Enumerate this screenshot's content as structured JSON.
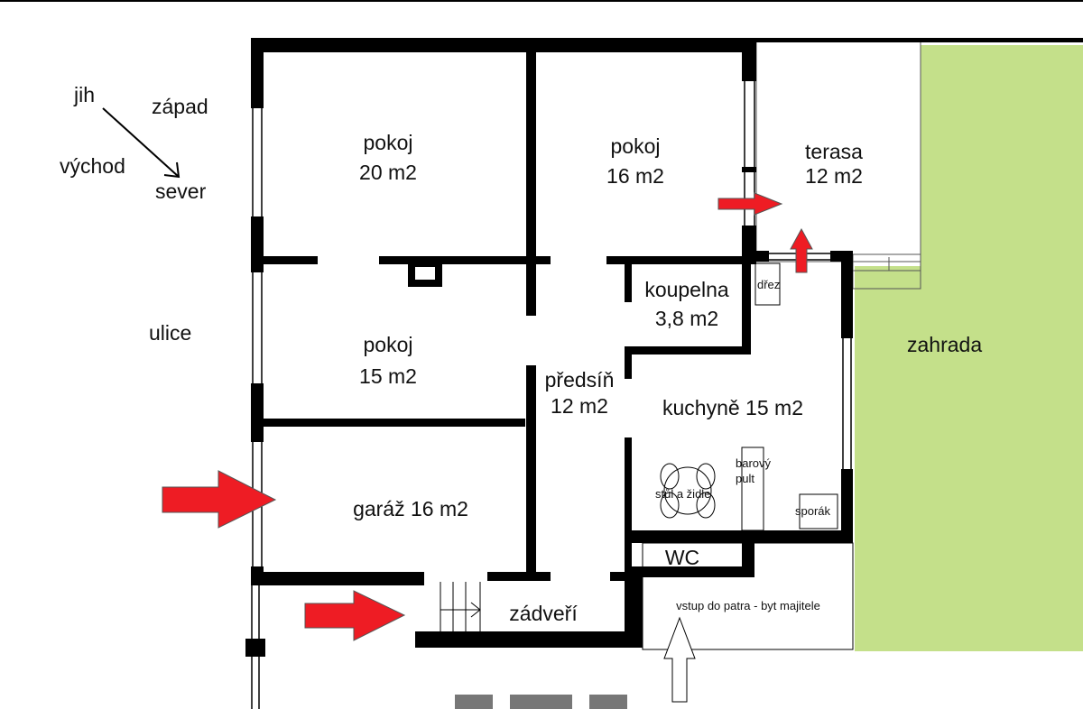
{
  "compass": {
    "jih": "jih",
    "zapad": "západ",
    "vychod": "východ",
    "sever": "sever"
  },
  "street": "ulice",
  "garden": "zahrada",
  "rooms": {
    "pokoj20": {
      "name": "pokoj",
      "area": "20 m2"
    },
    "pokoj16": {
      "name": "pokoj",
      "area": "16 m2"
    },
    "terasa": {
      "name": "terasa",
      "area": "12 m2"
    },
    "koupelna": {
      "name": "koupelna",
      "area": "3,8 m2"
    },
    "pokoj15": {
      "name": "pokoj",
      "area": "15 m2"
    },
    "predsin": {
      "name": "předsíň",
      "area": "12 m2"
    },
    "kuchyne": "kuchyně 15 m2",
    "garaz": "garáž 16 m2",
    "wc": "WC",
    "zadveri": "zádveří",
    "vstup": "vstup do patra - byt majitele"
  },
  "furniture": {
    "drez": "dřez",
    "stul": "stůl a židle",
    "pult_1": "barový",
    "pult_2": "pult",
    "sporak": "sporák"
  },
  "colors": {
    "arrow": "#ee1c24",
    "garden": "#c4e08a",
    "wall": "#000000"
  }
}
